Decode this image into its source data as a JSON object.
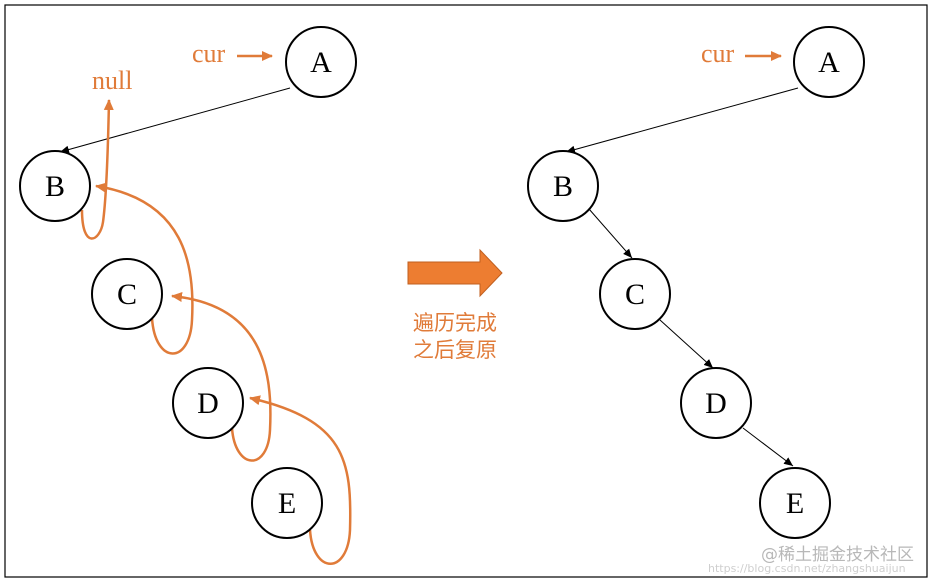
{
  "colors": {
    "accent": "#e07b39",
    "node_stroke": "#000000",
    "frame": "#000000"
  },
  "left": {
    "nodes": [
      "A",
      "B",
      "C",
      "D",
      "E"
    ],
    "cur_label": "cur",
    "null_label": "null"
  },
  "middle": {
    "caption_line1": "遍历完成",
    "caption_line2": "之后复原"
  },
  "right": {
    "nodes": [
      "A",
      "B",
      "C",
      "D",
      "E"
    ],
    "cur_label": "cur"
  },
  "watermark": {
    "main": "@稀土掘金技术社区",
    "sub": "https://blog.csdn.net/zhangshuaijun"
  }
}
